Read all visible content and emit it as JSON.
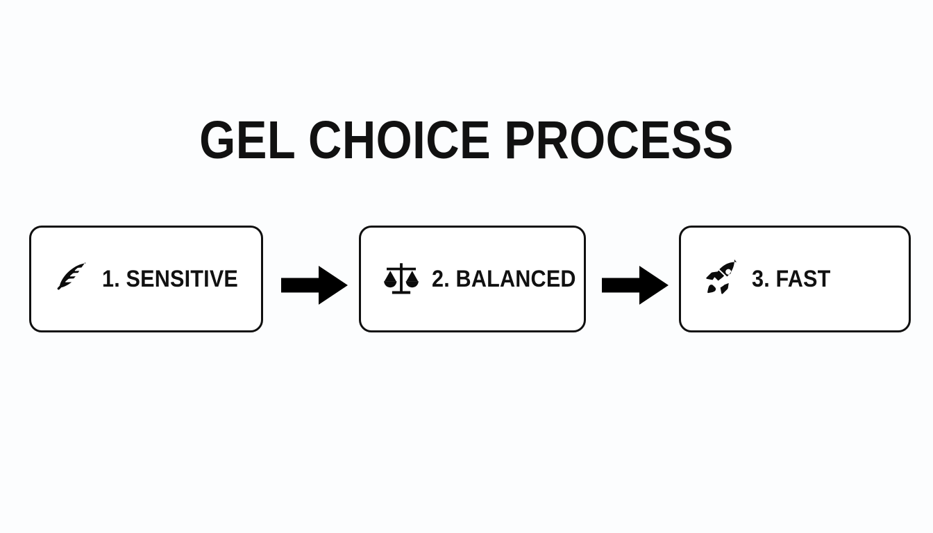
{
  "slide": {
    "title": "GEL CHOICE PROCESS",
    "background_color": "#fcfdfe",
    "ink_color": "#111111"
  },
  "flow": {
    "steps": [
      {
        "label": "1. SENSITIVE",
        "number": "1",
        "name": "SENSITIVE",
        "icon": "feather-icon"
      },
      {
        "label": "2. BALANCED",
        "number": "2",
        "name": "BALANCED",
        "icon": "balance-scale-icon"
      },
      {
        "label": "3. FAST",
        "number": "3",
        "name": "FAST",
        "icon": "rocket-icon"
      }
    ],
    "connectors": [
      {
        "icon": "arrow-right-icon",
        "direction": "right"
      },
      {
        "icon": "arrow-right-icon",
        "direction": "right"
      }
    ]
  },
  "chart_data": {
    "type": "table",
    "title": "GEL CHOICE PROCESS",
    "categories": [
      "1. SENSITIVE",
      "2. BALANCED",
      "3. FAST"
    ],
    "values": [
      1,
      2,
      3
    ],
    "xlabel": "",
    "ylabel": "",
    "legend": []
  }
}
